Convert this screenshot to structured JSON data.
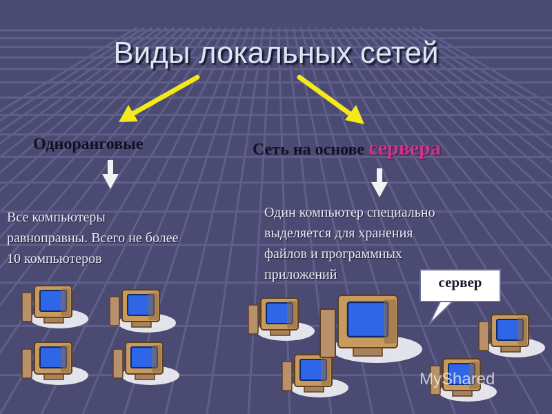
{
  "slide": {
    "title": "Виды локальных сетей",
    "left": {
      "heading": "Одноранговые",
      "description_lines": [
        "Все компьютеры",
        "равноправны. Всего не более",
        "10 компьютеров"
      ]
    },
    "right": {
      "heading_prefix": "Сеть на основе ",
      "heading_accent": "сервера",
      "description_lines": [
        "Один компьютер специально",
        "выделяется для хранения",
        "файлов и программных",
        "приложений"
      ]
    },
    "callout_label": "сервер",
    "watermark": "MyShared"
  },
  "colors": {
    "background": "#4a4a72",
    "grid_line": "#5f5f8a",
    "title_text": "#dfe6f3",
    "heading_text": "#121222",
    "accent": "#d0338a",
    "arrow_yellow": "#f5ea19",
    "arrow_white": "#f2f2f2",
    "monitor_body": "#c89a5e",
    "monitor_screen": "#2f66e8",
    "shadow": "#f4f4f8"
  },
  "icons": {
    "computer": "computer-icon",
    "server": "server-icon",
    "arrow": "arrow-icon",
    "callout": "speech-bubble-icon"
  }
}
